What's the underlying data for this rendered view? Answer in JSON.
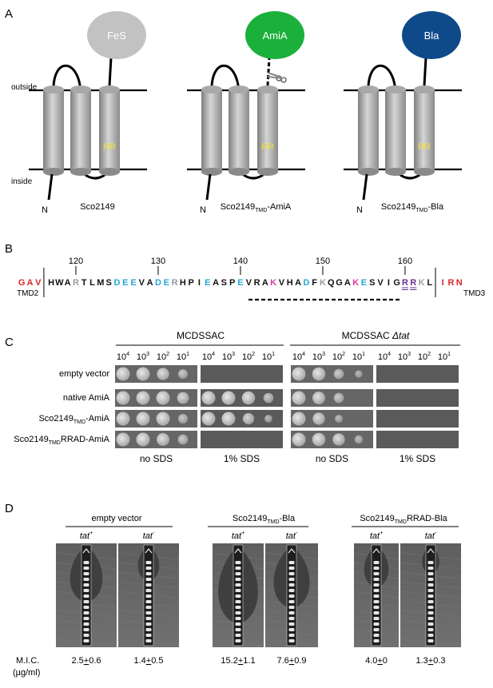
{
  "panels": {
    "a": "A",
    "b": "B",
    "c": "C",
    "d": "D"
  },
  "panel_a": {
    "outside": "outside",
    "inside": "inside",
    "n_terminus": "N",
    "rr": "RR",
    "constructs": [
      {
        "domain": "FeS",
        "label": "Sco2149",
        "sub": "",
        "suffix": "",
        "color": "#c2c2c2",
        "text_color": "#ffffff"
      },
      {
        "domain": "AmiA",
        "label": "Sco2149",
        "sub": "TMD",
        "suffix": "-AmiA",
        "color": "#1bb03b",
        "text_color": "#ffffff"
      },
      {
        "domain": "Bla",
        "label": "Sco2149",
        "sub": "TMD",
        "suffix": "-Bla",
        "color": "#0e4a8a",
        "text_color": "#ffffff"
      }
    ]
  },
  "panel_b": {
    "sequence": [
      {
        "c": "G",
        "k": "tm"
      },
      {
        "c": "A",
        "k": "tm"
      },
      {
        "c": "V",
        "k": "tm"
      },
      {
        "c": "|",
        "k": "bar"
      },
      {
        "c": "H",
        "k": "n"
      },
      {
        "c": "W",
        "k": "n"
      },
      {
        "c": "A",
        "k": "n"
      },
      {
        "c": "R",
        "k": "pos"
      },
      {
        "c": "T",
        "k": "n"
      },
      {
        "c": "L",
        "k": "n"
      },
      {
        "c": "M",
        "k": "n"
      },
      {
        "c": "S",
        "k": "n"
      },
      {
        "c": "D",
        "k": "neg"
      },
      {
        "c": "E",
        "k": "neg"
      },
      {
        "c": "E",
        "k": "neg"
      },
      {
        "c": "V",
        "k": "n"
      },
      {
        "c": "A",
        "k": "n"
      },
      {
        "c": "D",
        "k": "neg"
      },
      {
        "c": "E",
        "k": "neg"
      },
      {
        "c": "R",
        "k": "pos"
      },
      {
        "c": "H",
        "k": "n"
      },
      {
        "c": "P",
        "k": "n"
      },
      {
        "c": "I",
        "k": "n"
      },
      {
        "c": "E",
        "k": "neg"
      },
      {
        "c": "A",
        "k": "n"
      },
      {
        "c": "S",
        "k": "n"
      },
      {
        "c": "P",
        "k": "n"
      },
      {
        "c": "E",
        "k": "neg"
      },
      {
        "c": "V",
        "k": "n"
      },
      {
        "c": "R",
        "k": "n"
      },
      {
        "c": "A",
        "k": "n"
      },
      {
        "c": "K",
        "k": "mag"
      },
      {
        "c": "V",
        "k": "n"
      },
      {
        "c": "H",
        "k": "n"
      },
      {
        "c": "A",
        "k": "n"
      },
      {
        "c": "D",
        "k": "neg"
      },
      {
        "c": "F",
        "k": "n"
      },
      {
        "c": "K",
        "k": "pos"
      },
      {
        "c": "Q",
        "k": "n"
      },
      {
        "c": "G",
        "k": "n"
      },
      {
        "c": "A",
        "k": "n"
      },
      {
        "c": "K",
        "k": "mag"
      },
      {
        "c": "E",
        "k": "neg"
      },
      {
        "c": "S",
        "k": "n"
      },
      {
        "c": "V",
        "k": "n"
      },
      {
        "c": "I",
        "k": "n"
      },
      {
        "c": "G",
        "k": "n"
      },
      {
        "c": "R",
        "k": "rr"
      },
      {
        "c": "R",
        "k": "rr"
      },
      {
        "c": "K",
        "k": "pos"
      },
      {
        "c": "L",
        "k": "n"
      },
      {
        "c": "|",
        "k": "bar"
      },
      {
        "c": "I",
        "k": "tm"
      },
      {
        "c": "R",
        "k": "tm"
      },
      {
        "c": "N",
        "k": "tm"
      }
    ],
    "numbers": [
      "120",
      "130",
      "140",
      "150",
      "160"
    ],
    "tmd2": "TMD2",
    "tmd3": "TMD3",
    "colors": {
      "n": "#111111",
      "tm": "#d7262b",
      "neg": "#27a6d6",
      "pos": "#9b9b9b",
      "mag": "#d93aa0",
      "rr": "#6a2d91",
      "bar": "#111111"
    }
  },
  "panel_c": {
    "group1": {
      "title": "MCDSSAC"
    },
    "group2": {
      "title": "MCDSSAC ",
      "italic": "Δtat"
    },
    "dilutions": [
      "10",
      "10",
      "10",
      "10"
    ],
    "exponents": [
      "4",
      "3",
      "2",
      "1"
    ],
    "rows": [
      {
        "label": "empty vector",
        "sub": "",
        "suffix": ""
      },
      {
        "label": "native AmiA",
        "sub": "",
        "suffix": ""
      },
      {
        "label": "Sco2149",
        "sub": "TMD",
        "suffix": "-AmiA"
      },
      {
        "label": "Sco2149",
        "sub": "TMD",
        "suffix": "RRAD-AmiA"
      }
    ],
    "conditions": [
      "no SDS",
      "1% SDS",
      "no SDS",
      "1% SDS"
    ],
    "growth": [
      [
        [
          1,
          1,
          0.85,
          0.55
        ],
        [
          0,
          0,
          0,
          0
        ],
        [
          1,
          0.95,
          0.6,
          0.3
        ],
        [
          0,
          0,
          0,
          0
        ]
      ],
      [
        [
          1,
          1,
          1,
          0.8
        ],
        [
          1,
          1,
          0.95,
          0.6
        ],
        [
          1,
          0.9,
          0.6,
          0
        ],
        [
          0,
          0,
          0,
          0
        ]
      ],
      [
        [
          1,
          1,
          1,
          0.55
        ],
        [
          1,
          1,
          0.75,
          0.35
        ],
        [
          1,
          0.85,
          0.35,
          0
        ],
        [
          0,
          0,
          0,
          0
        ]
      ],
      [
        [
          1,
          1,
          0.9,
          0.6
        ],
        [
          0,
          0,
          0,
          0
        ],
        [
          1,
          0.95,
          0.85,
          0.4
        ],
        [
          0,
          0,
          0,
          0
        ]
      ]
    ]
  },
  "panel_d": {
    "groups": [
      {
        "title": "empty vector",
        "sub": "",
        "suffix": "",
        "strains": [
          {
            "t": "tat",
            "s": "+"
          },
          {
            "t": "tat",
            "s": "-"
          }
        ],
        "mic": [
          "2.5",
          "0.6",
          "1.4",
          "0.5"
        ]
      },
      {
        "title": "Sco2149",
        "sub": "TMD",
        "suffix": "-Bla",
        "strains": [
          {
            "t": "tat",
            "s": "+"
          },
          {
            "t": "tat",
            "s": "-"
          }
        ],
        "mic": [
          "15.2",
          "1.1",
          "7.6",
          "0.9"
        ]
      },
      {
        "title": "Sco2149",
        "sub": "TMD",
        "suffix": "RRAD-Bla",
        "strains": [
          {
            "t": "tat",
            "s": "+"
          },
          {
            "t": "tat",
            "s": "-"
          }
        ],
        "mic": [
          "4.0",
          "0",
          "1.3",
          "0.3"
        ]
      }
    ],
    "pm": "+",
    "mic_label": "M.I.C.",
    "mic_units": "(µg/ml)",
    "zone_sizes": [
      0.52,
      0.25,
      0.8,
      0.6,
      0.33,
      0.16
    ]
  }
}
